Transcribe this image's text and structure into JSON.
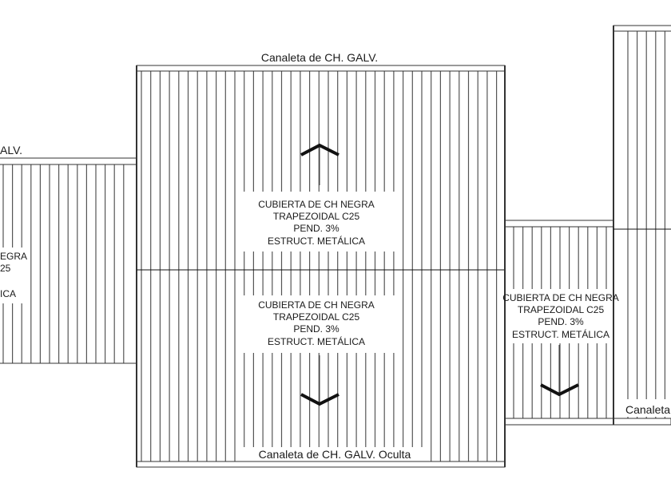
{
  "drawing": {
    "title": "Roof plan – cubiertas",
    "line_color": "#333333",
    "stripe_color": "#555555",
    "text_color": "#1a1a1a"
  },
  "labels": {
    "gutter_top_center": "Canaleta de CH. GALV.",
    "gutter_left_partial": "ALV.",
    "gutter_bottom_center": "Canaleta de CH. GALV. Oculta",
    "gutter_right_partial": "Canaleta"
  },
  "roof_notes": {
    "center_upper": [
      "CUBIERTA DE CH NEGRA",
      "TRAPEZOIDAL C25",
      "PEND. 3%",
      "ESTRUCT. METÁLICA"
    ],
    "center_lower": [
      "CUBIERTA DE CH NEGRA",
      "TRAPEZOIDAL C25",
      "PEND. 3%",
      "ESTRUCT. METÁLICA"
    ],
    "right": [
      "CUBIERTA DE CH NEGRA",
      "TRAPEZOIDAL C25",
      "PEND. 3%",
      "ESTRUCT. METÁLICA"
    ],
    "left_partial": [
      "EGRA",
      "25",
      "",
      "ICA"
    ]
  },
  "slope_arrows": [
    {
      "id": "center-up",
      "direction": "up"
    },
    {
      "id": "center-down",
      "direction": "down"
    },
    {
      "id": "right-down",
      "direction": "down"
    }
  ]
}
